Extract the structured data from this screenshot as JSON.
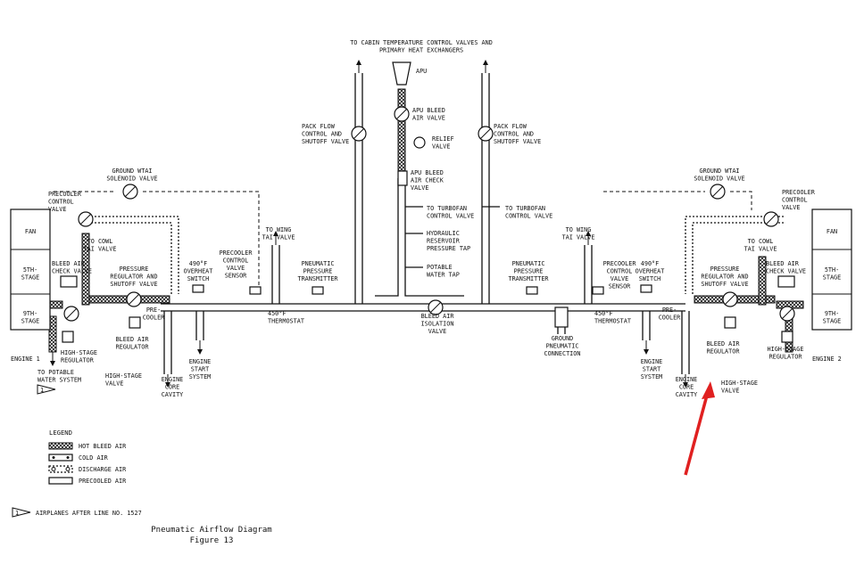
{
  "labels": {
    "top_dest": [
      "TO CABIN TEMPERATURE CONTROL VALVES AND",
      "PRIMARY HEAT EXCHANGERS"
    ],
    "apu": "APU",
    "apu_bleed_valve": [
      "APU BLEED",
      "AIR VALVE"
    ],
    "relief_valve": [
      "RELIEF",
      "VALVE"
    ],
    "apu_check_valve": [
      "APU BLEED",
      "AIR CHECK",
      "VALVE"
    ],
    "turbofan_left": [
      "TO TURBOFAN",
      "CONTROL VALVE"
    ],
    "turbofan_right": [
      "TO TURBOFAN",
      "CONTROL VALVE"
    ],
    "hydraulic_tap": [
      "HYDRAULIC",
      "RESERVOIR",
      "PRESSURE TAP"
    ],
    "potable_tap": [
      "POTABLE",
      "WATER TAP"
    ],
    "pack_left": [
      "PACK FLOW",
      "CONTROL AND",
      "SHUTOFF VALVE"
    ],
    "pack_right": [
      "PACK FLOW",
      "CONTROL AND",
      "SHUTOFF VALVE"
    ],
    "wtai_left": [
      "GROUND WTAI",
      "SOLENOID VALVE"
    ],
    "wtai_right": [
      "GROUND WTAI",
      "SOLENOID VALVE"
    ],
    "precooler_valve_left": [
      "PRECOOLER",
      "CONTROL",
      "VALVE"
    ],
    "precooler_valve_right": [
      "PRECOOLER",
      "CONTROL",
      "VALVE"
    ],
    "cowl_left": [
      "TO COWL",
      "TAI VALVE"
    ],
    "cowl_right": [
      "TO COWL",
      "TAI VALVE"
    ],
    "wing_left": [
      "TO WING",
      "TAI VALVE"
    ],
    "wing_right": [
      "TO WING",
      "TAI VALVE"
    ],
    "fan": "FAN",
    "fifth_stage": [
      "5TH-",
      "STAGE"
    ],
    "ninth_stage": [
      "9TH-",
      "STAGE"
    ],
    "engine1": "ENGINE 1",
    "engine2": "ENGINE 2",
    "bleed_check_left": [
      "BLEED AIR",
      "CHECK VALVE"
    ],
    "bleed_check_right": [
      "BLEED AIR",
      "CHECK VALVE"
    ],
    "prsov_left": [
      "PRESSURE",
      "REGULATOR AND",
      "SHUTOFF VALVE"
    ],
    "prsov_right": [
      "PRESSURE",
      "REGULATOR AND",
      "SHUTOFF VALVE"
    ],
    "overheat_left": [
      "490°F",
      "OVERHEAT",
      "SWITCH"
    ],
    "overheat_right": [
      "490°F",
      "OVERHEAT",
      "SWITCH"
    ],
    "sensor_left": [
      "PRECOOLER",
      "CONTROL",
      "VALVE",
      "SENSOR"
    ],
    "sensor_right": [
      "PRECOOLER",
      "CONTROL",
      "VALVE",
      "SENSOR"
    ],
    "transmitter_left": [
      "PNEUMATIC",
      "PRESSURE",
      "TRANSMITTER"
    ],
    "transmitter_right": [
      "PNEUMATIC",
      "PRESSURE",
      "TRANSMITTER"
    ],
    "thermostat_left": [
      "450°F",
      "THERMOSTAT"
    ],
    "thermostat_right": [
      "450°F",
      "THERMOSTAT"
    ],
    "precooler_left": [
      "PRE-",
      "COOLER"
    ],
    "precooler_right": [
      "PRE-",
      "COOLER"
    ],
    "bleed_regulator_left": [
      "BLEED AIR",
      "REGULATOR"
    ],
    "bleed_regulator_right": [
      "BLEED AIR",
      "REGULATOR"
    ],
    "hs_regulator_left": [
      "HIGH-STAGE",
      "REGULATOR"
    ],
    "hs_regulator_right": [
      "HIGH-STAGE",
      "REGULATOR"
    ],
    "hs_valve_left": [
      "HIGH-STAGE",
      "VALVE"
    ],
    "hs_valve_right": [
      "HIGH-STAGE",
      "VALVE"
    ],
    "potable_system": [
      "TO POTABLE",
      "WATER SYSTEM"
    ],
    "core_left": [
      "ENGINE",
      "CORE",
      "CAVITY"
    ],
    "core_right": [
      "ENGINE",
      "CORE",
      "CAVITY"
    ],
    "start_left": [
      "ENGINE",
      "START",
      "SYSTEM"
    ],
    "start_right": [
      "ENGINE",
      "START",
      "SYSTEM"
    ],
    "isolation": [
      "BLEED AIR",
      "ISOLATION",
      "VALVE"
    ],
    "ground_conn": [
      "GROUND",
      "PNEUMATIC",
      "CONNECTION"
    ],
    "note_flag": "1"
  },
  "legend": {
    "title": "LEGEND",
    "items": [
      "HOT BLEED AIR",
      "COLD AIR",
      "DISCHARGE AIR",
      "PRECOOLED AIR"
    ]
  },
  "footnote": {
    "flag": "1",
    "text": "AIRPLANES AFTER LINE NO. 1527"
  },
  "caption": {
    "title": "Pneumatic Airflow Diagram",
    "figure": "Figure 13"
  },
  "colors": {
    "line": "#111111",
    "arrow": "#e02020",
    "background": "#ffffff"
  }
}
